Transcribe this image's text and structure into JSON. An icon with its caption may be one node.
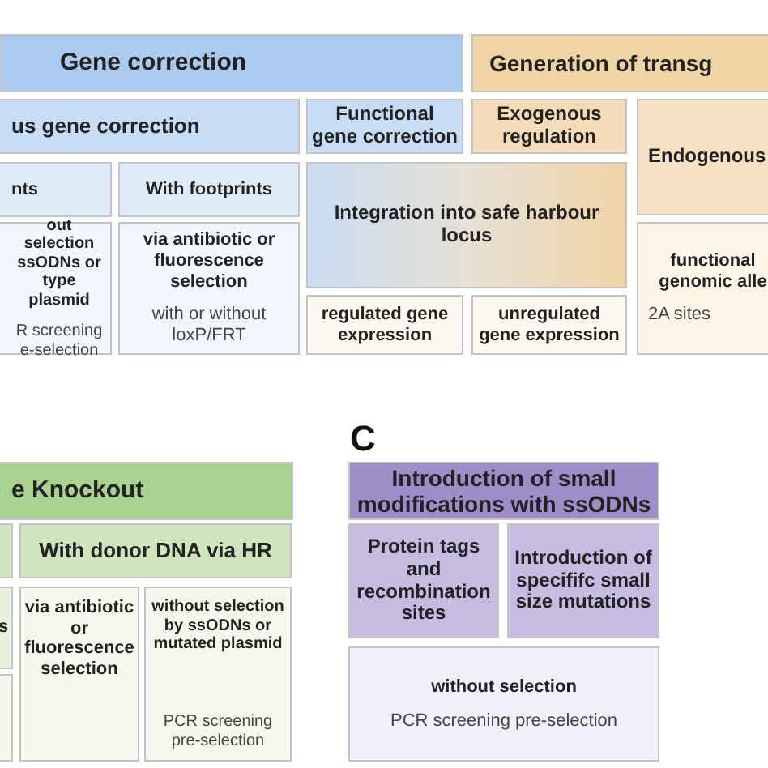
{
  "diagram": {
    "nodes": [
      {
        "text": [
          "Gene correction"
        ]
      },
      {
        "text": [
          "Generation of transg"
        ]
      },
      {
        "text": [
          "us gene correction"
        ]
      },
      {
        "text": [
          "Functional gene correction"
        ]
      },
      {
        "text": [
          "Exogenous regulation"
        ]
      },
      {
        "text": [
          "Endogenous"
        ]
      },
      {
        "text": [
          "nts"
        ]
      },
      {
        "text": [
          "With footprints"
        ]
      },
      {
        "text": [
          "Integration into safe harbour locus"
        ]
      },
      {
        "text": [
          "out selection ssODNs or type plasmid",
          "R screening e-selection"
        ]
      },
      {
        "text": [
          "via antibiotic or fluorescence selection",
          "with or without loxP/FRT"
        ]
      },
      {
        "text": [
          "regulated gene expression"
        ]
      },
      {
        "text": [
          "unregulated gene expression"
        ]
      },
      {
        "text": [
          "functional genomic alle",
          "2A sites"
        ]
      },
      {
        "text": [
          "e Knockout"
        ]
      },
      {
        "text": [],
        "shape": "box"
      },
      {
        "text": [
          "With donor DNA via HR"
        ]
      },
      {
        "text": [
          "s"
        ]
      },
      {
        "text": [],
        "shape": "box"
      },
      {
        "text": [
          "via antibiotic or fluorescence selection"
        ]
      },
      {
        "text": [
          "without selection by ssODNs or mutated plasmid",
          "PCR screening pre-selection"
        ]
      },
      {
        "text": [
          "Introduction of small modifications with ssODNs"
        ]
      },
      {
        "text": [
          "Protein tags and recombination sites"
        ]
      },
      {
        "text": [
          "Introduction of specififc small size mutations"
        ]
      },
      {
        "text": [
          "without selection",
          "PCR screening pre-selection"
        ]
      }
    ],
    "labels": [
      "C"
    ]
  }
}
